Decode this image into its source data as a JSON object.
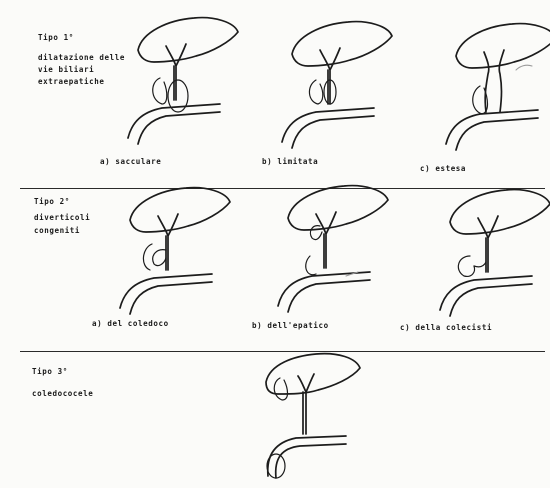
{
  "sections": [
    {
      "heading": "Tipo 1°",
      "subtitle_lines": [
        "dilatazione delle",
        "vie biliari",
        "extraepatiche"
      ],
      "captions": [
        "a) sacculare",
        "b) limitata",
        "c) estesa"
      ]
    },
    {
      "heading": "Tipo 2°",
      "subtitle_lines": [
        "diverticoli",
        "congeniti"
      ],
      "captions": [
        "a) del coledoco",
        "b) dell'epatico",
        "c) della colecisti"
      ]
    },
    {
      "heading": "Tipo 3°",
      "subtitle_lines": [
        "coledococele"
      ],
      "captions": []
    }
  ]
}
